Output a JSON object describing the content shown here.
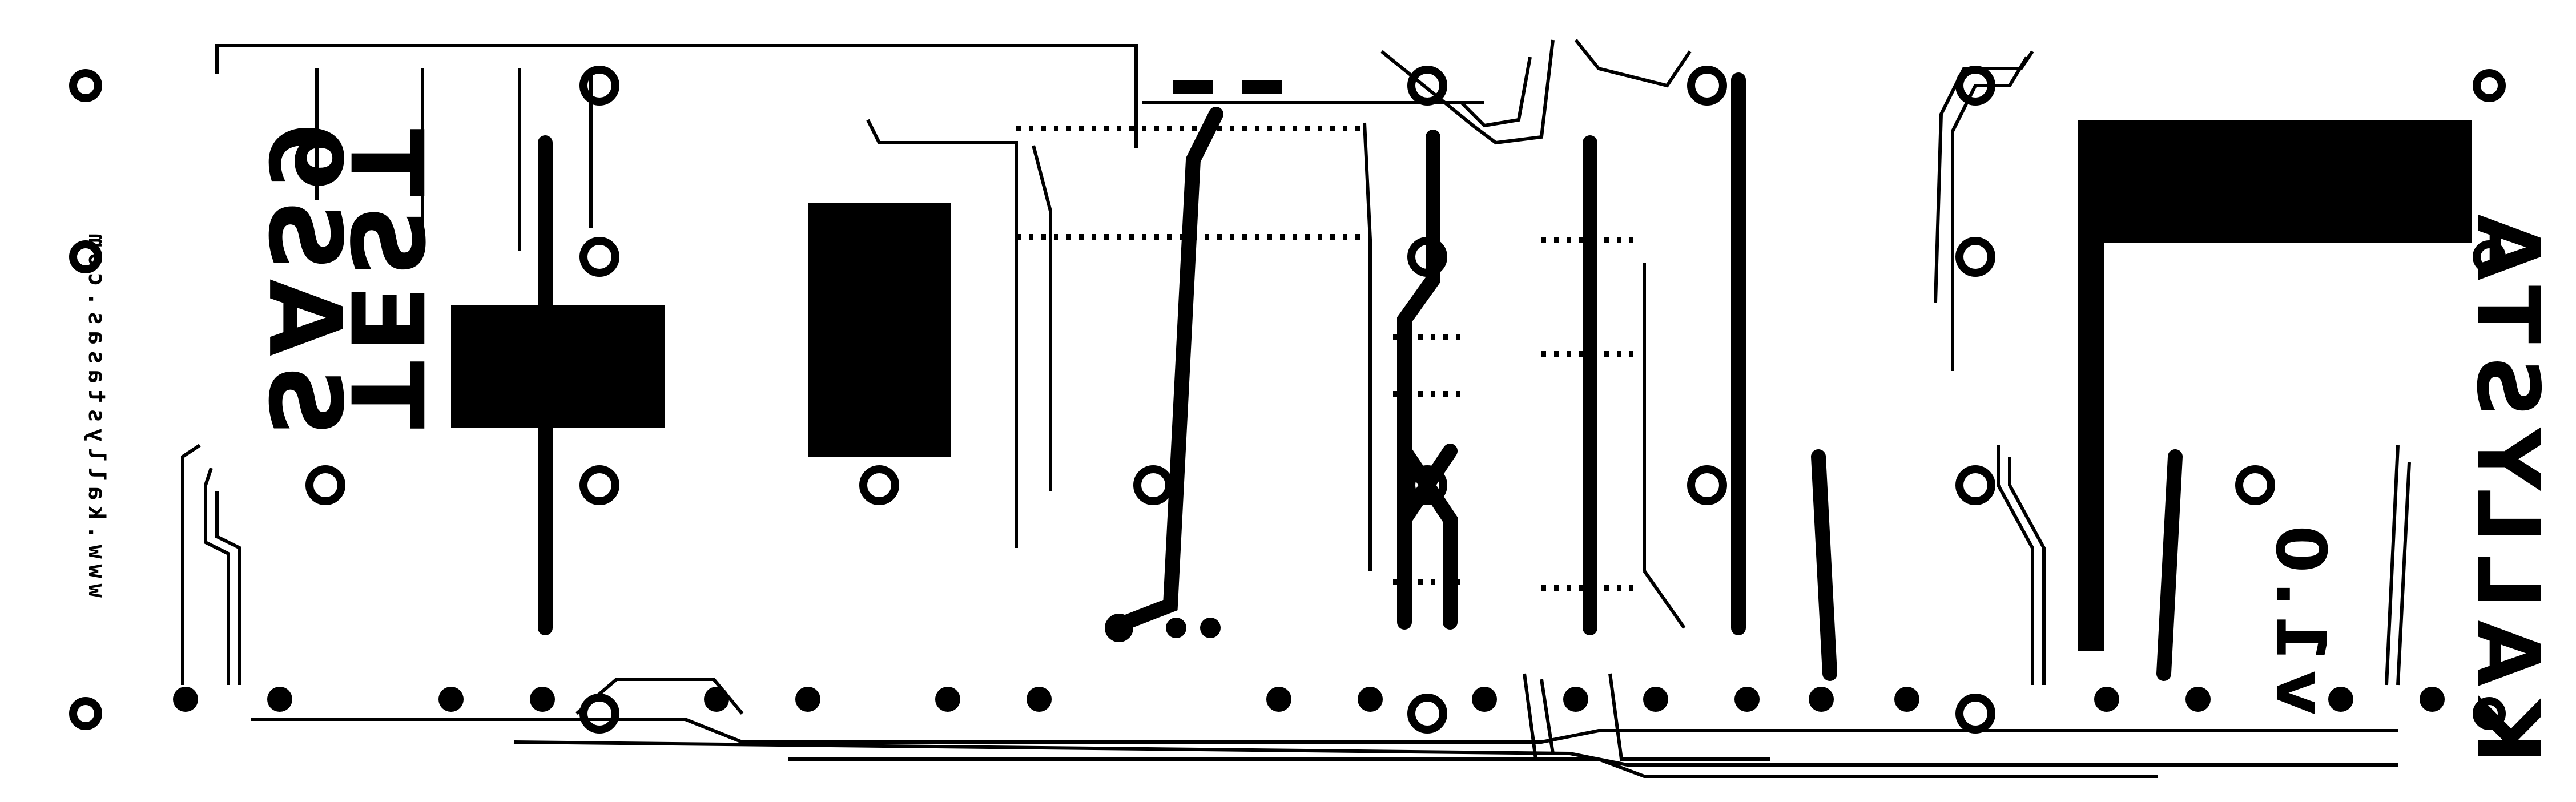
{
  "board": {
    "title_line1": "TEST",
    "title_line2": "SAS9",
    "website": "www.kallystasas.com",
    "brand": "KALLYSTA",
    "version": "v1.0",
    "copper_color": "#000000",
    "substrate_color": "#ffffff"
  }
}
